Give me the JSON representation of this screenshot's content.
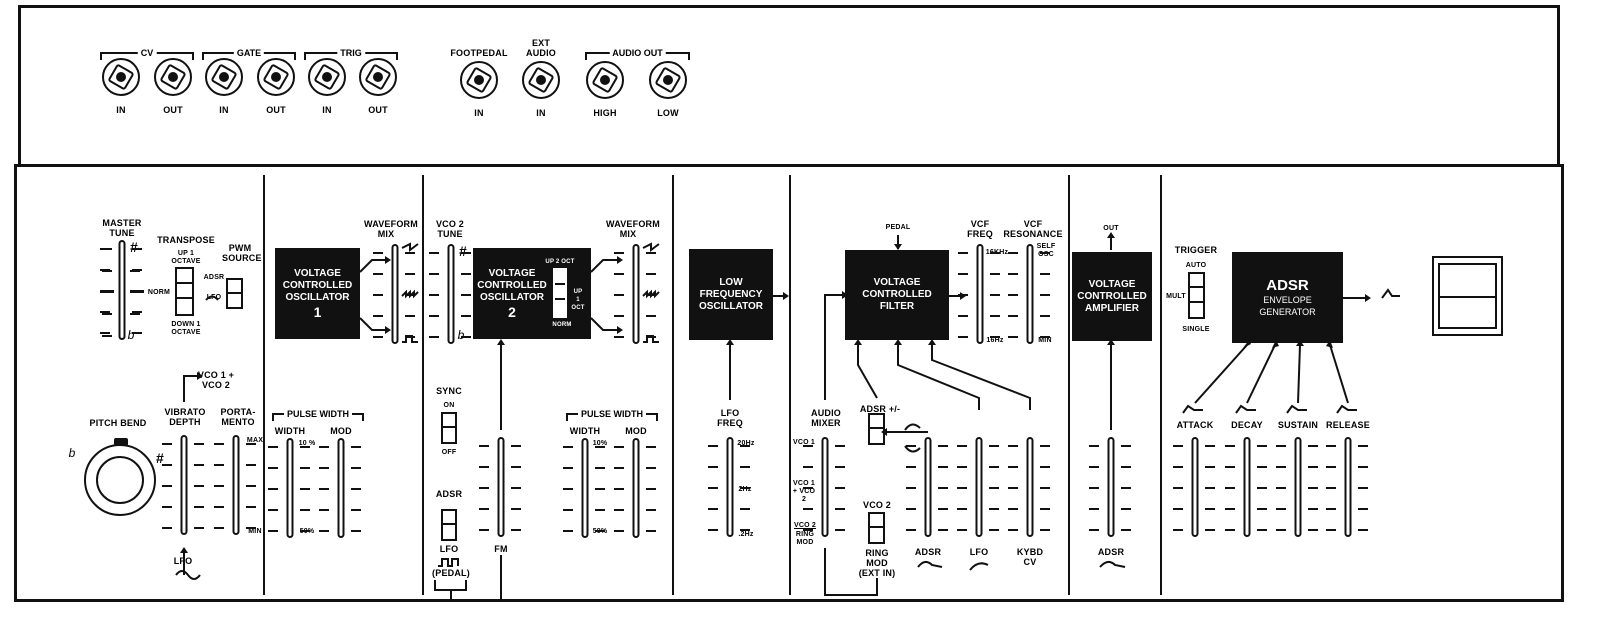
{
  "jacks": {
    "cv": {
      "label": "CV",
      "in": "IN",
      "out": "OUT"
    },
    "gate": {
      "label": "GATE",
      "in": "IN",
      "out": "OUT"
    },
    "trig": {
      "label": "TRIG",
      "in": "IN",
      "out": "OUT"
    },
    "footpedal": {
      "label": "FOOTPEDAL",
      "in": "IN"
    },
    "ext_audio": {
      "label": "EXT AUDIO",
      "in": "IN"
    },
    "audio_out": {
      "label": "AUDIO OUT",
      "high": "HIGH",
      "low": "LOW"
    }
  },
  "controls": {
    "master_tune": "MASTER TUNE",
    "transpose": "TRANSPOSE",
    "transpose_up": "UP 1 OCTAVE",
    "transpose_norm": "NORM",
    "transpose_down": "DOWN 1 OCTAVE",
    "pwm_source": "PWM SOURCE",
    "pwm_adsr": "ADSR",
    "pwm_lfo": "LFO",
    "pitch_bend": "PITCH BEND",
    "vibrato_depth": "VIBRATO DEPTH",
    "vco_dest": "VCO 1 + VCO 2",
    "portamento": "PORTA- MENTO",
    "porta_max": "MAX",
    "porta_min": "MIN",
    "lfo": "LFO",
    "flat": "b",
    "sharp": "#"
  },
  "vco1": {
    "title": "VOLTAGE CONTROLLED OSCILLATOR",
    "number": "1",
    "waveform_mix": "WAVEFORM MIX",
    "pulse_width": "PULSE WIDTH",
    "width": "WIDTH",
    "mod": "MOD",
    "pct10": "10 %",
    "pct50": "50%"
  },
  "vco2": {
    "tune": "VCO 2 TUNE",
    "title": "VOLTAGE CONTROLLED OSCILLATOR",
    "number": "2",
    "up2": "UP 2 OCT",
    "up1": "UP 1 OCT",
    "norm": "NORM",
    "waveform_mix": "WAVEFORM MIX",
    "sync": "SYNC",
    "on": "ON",
    "off": "OFF",
    "adsr": "ADSR",
    "lfo": "LFO",
    "pedal": "(PEDAL)",
    "fm": "FM",
    "pulse_width": "PULSE WIDTH",
    "width": "WIDTH",
    "mod": "MOD",
    "pct10": "10%",
    "pct50": "50%"
  },
  "lfo": {
    "title": "LOW FREQUENCY OSCILLATOR",
    "freq": "LFO FREQ",
    "hz20": "20Hz",
    "hz2": "2Hz",
    "hz02": ".2Hz"
  },
  "vcf": {
    "pedal": "PEDAL",
    "title": "VOLTAGE CONTROLLED FILTER",
    "freq": "VCF FREQ",
    "resonance": "VCF RESONANCE",
    "khz16": "16KHz",
    "hz16": "16Hz",
    "self_osc": "SELF OSC",
    "min": "MIN",
    "audio_mixer": "AUDIO MIXER",
    "vco1": "VCO 1",
    "vco12": "VCO 1 + VCO 2",
    "vco2": "VCO 2",
    "ring_mod_label": "RING MOD",
    "adsr_pm": "ADSR +/-",
    "vco2_switch": "VCO 2",
    "ring_mod": "RING MOD",
    "ext_in": "(EXT IN)",
    "adsr": "ADSR",
    "lfo": "LFO",
    "kybd_cv": "KYBD CV"
  },
  "vca": {
    "out": "OUT",
    "title": "VOLTAGE CONTROLLED AMPLIFIER",
    "adsr": "ADSR"
  },
  "adsr": {
    "trigger": "TRIGGER",
    "auto": "AUTO",
    "mult": "MULT",
    "single": "SINGLE",
    "title": "ADSR",
    "subtitle": "ENVELOPE GENERATOR",
    "attack": "ATTACK",
    "decay": "DECAY",
    "sustain": "SUSTAIN",
    "release": "RELEASE"
  }
}
